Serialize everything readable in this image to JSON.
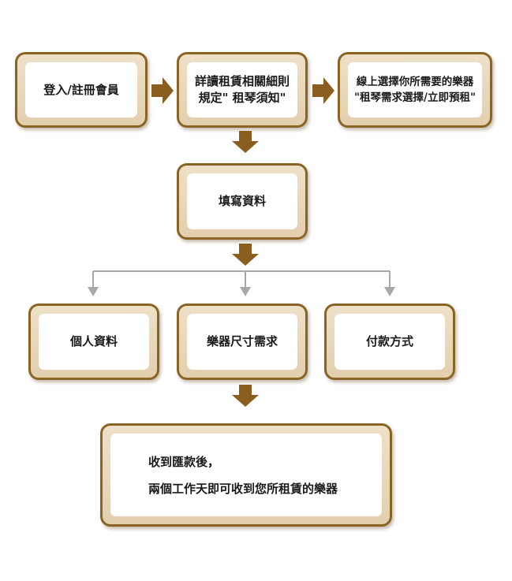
{
  "steps": {
    "login": "登入/註冊會員",
    "read_rules": {
      "line1": "詳讀租賃相關細則",
      "line2": "規定\" 租琴須知\""
    },
    "select_online": {
      "line1": "線上選擇你所需要的樂器",
      "line2": "\"租琴需求選擇/立即預租\""
    },
    "fill_data": "填寫資料",
    "personal_info": "個人資料",
    "instrument_size": "樂器尺寸需求",
    "payment_method": "付款方式",
    "final": {
      "line1": "收到匯款後，",
      "line2": "兩個工作天即可收到您所租賃的樂器"
    }
  },
  "colors": {
    "border": "#8a6424",
    "arrow": "#8a5e1e",
    "connector": "#a8a8a8",
    "frame_fill": "#e8d6b8"
  }
}
